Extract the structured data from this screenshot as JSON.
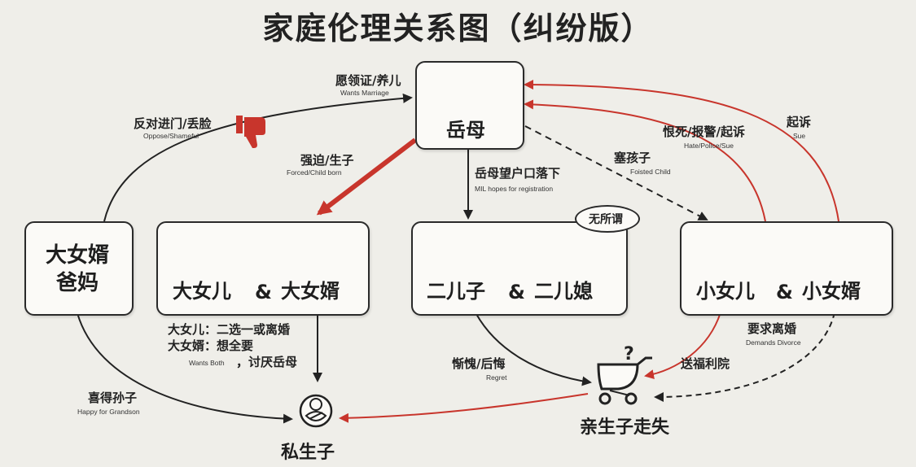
{
  "title": "家庭伦理关系图（纠纷版）",
  "colors": {
    "background": "#efeee9",
    "accent_red": "#c8352c",
    "line": "#222222",
    "box_fill": "#fbfaf7"
  },
  "nodes": {
    "mother_in_law": "岳母",
    "eldest_daughter": "大女儿",
    "eldest_son_in_law": "大女婿",
    "son_in_law_parents": "大女婿\n爸妈",
    "second_son": "二儿子",
    "second_daughter_in_law": "二儿媳",
    "youngest_daughter": "小女儿",
    "youngest_son_in_law": "小女婿",
    "lost_child": "亲生子走失",
    "illegitimate_child": "私生子",
    "ampersand": "&"
  },
  "thought_bubble": "无所谓",
  "edge_labels": {
    "wants_marriage": {
      "zh": "愿领证/养儿",
      "en": "Wants Marriage"
    },
    "oppose": {
      "zh": "反对进门/丢脸",
      "en": "Oppose/Shameful"
    },
    "forced": {
      "zh": "强迫/生子",
      "en": "Forced/Child born"
    },
    "registration": {
      "zh": "岳母望户口落下",
      "en": "MIL hopes for registration"
    },
    "foisted": {
      "zh": "塞孩子",
      "en": "Foisted Child"
    },
    "hate": {
      "zh": "恨死/报警/起诉",
      "en": "Hate/Police/Sue"
    },
    "sue": {
      "zh": "起诉",
      "en": "Sue"
    },
    "choice_line1": "大女儿：二选一或离婚",
    "choice_line2": "大女婿：想全要",
    "choice_line3_en": "Wants Both",
    "choice_line3_zh": "，讨厌岳母",
    "happy": {
      "zh": "喜得孙子",
      "en": "Happy for Grandson"
    },
    "regret": {
      "zh": "惭愧/后悔",
      "en": "Regret"
    },
    "divorce": {
      "zh": "要求离婚",
      "en": "Demands Divorce"
    },
    "orphanage": {
      "zh": "送福利院"
    }
  },
  "icons": {
    "mother_in_law": "angry-woman-face-icon",
    "thumbs_down": "thumbs-down-icon",
    "broken_heart": "broken-heart-icon",
    "lightning": "lightning-crack-icon",
    "stroller": "baby-stroller-icon",
    "question": "question-mark-icon",
    "baby": "swaddled-baby-icon"
  }
}
